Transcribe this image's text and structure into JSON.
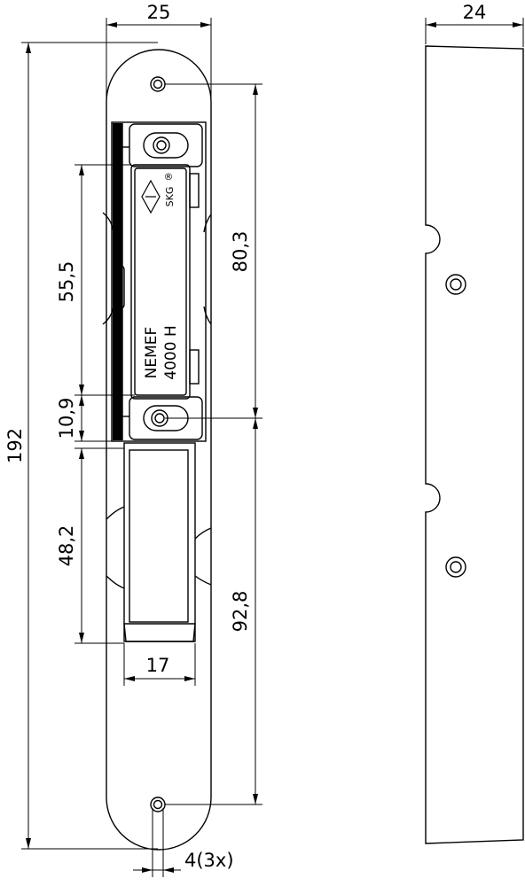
{
  "dimensions": {
    "plate_width": "25",
    "side_depth": "24",
    "overall_length": "192",
    "screw_spacing_upper": "80,3",
    "latch_length": "55,5",
    "latch_gap": "10,9",
    "bolt_length": "48,2",
    "screw_spacing_lower": "92,8",
    "bolt_width": "17",
    "hole_diameter": "4(3x)"
  },
  "product": {
    "brand": "NEMEF",
    "model": "4000 H",
    "certification": "SKG",
    "registered_mark": "®"
  },
  "colors": {
    "line": "#000000",
    "background": "#ffffff"
  }
}
